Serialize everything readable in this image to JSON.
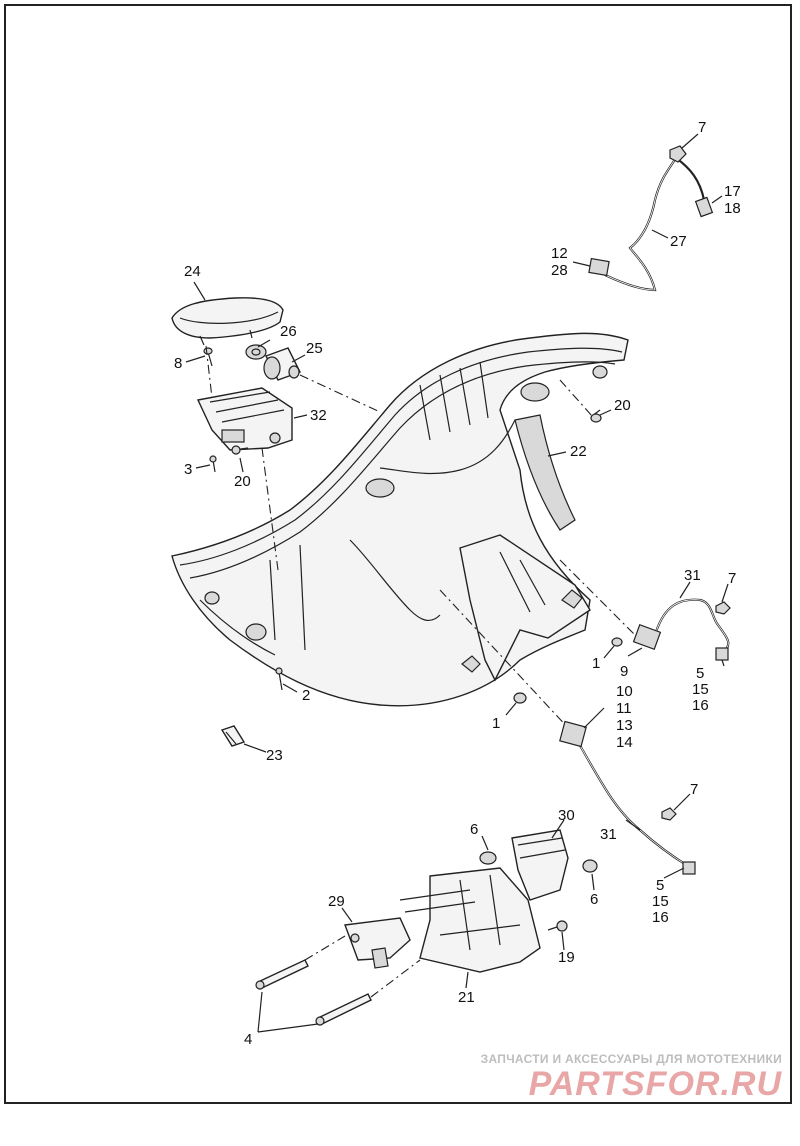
{
  "callouts": {
    "c24": "24",
    "c26": "26",
    "c25": "25",
    "c8": "8",
    "c32": "32",
    "c3": "3",
    "c20a": "20",
    "c7a": "7",
    "c17": "17",
    "c18": "18",
    "c12": "12",
    "c28": "28",
    "c27": "27",
    "c20b": "20",
    "c22": "22",
    "c31a": "31",
    "c7b": "7",
    "c9": "9",
    "c5a": "5",
    "c15a": "15",
    "c16a": "16",
    "c1a": "1",
    "c1b": "1",
    "c2": "2",
    "c10": "10",
    "c11": "11",
    "c13": "13",
    "c14": "14",
    "c23": "23",
    "c7c": "7",
    "c31b": "31",
    "c5b": "5",
    "c15b": "15",
    "c16b": "16",
    "c30": "30",
    "c6a": "6",
    "c6b": "6",
    "c29": "29",
    "c19": "19",
    "c21": "21",
    "c4": "4"
  },
  "watermark": {
    "tagline": "ЗАПЧАСТИ И АКСЕССУАРЫ ДЛЯ МОТОТЕХНИКИ",
    "brand": "PARTSFOR.RU"
  }
}
